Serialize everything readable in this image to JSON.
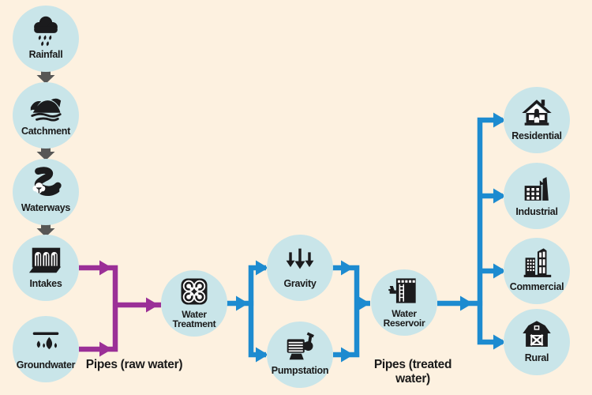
{
  "colors": {
    "background": "#fdf1e0",
    "circle_fill": "#c9e5e9",
    "icon": "#1b1b1d",
    "pipe_raw": "#9b3097",
    "pipe_treated": "#1d8bd0",
    "flow_arrow": "#575756",
    "text": "#1a1a1a"
  },
  "pipes": {
    "raw_label": "Pipes (raw water)",
    "treated_label": "Pipes (treated water)"
  },
  "nodes": {
    "rainfall": {
      "label": "Rainfall",
      "icon": "rain-cloud-icon"
    },
    "catchment": {
      "label": "Catchment",
      "icon": "hills-icon"
    },
    "waterways": {
      "label": "Waterways",
      "icon": "river-icon"
    },
    "intakes": {
      "label": "Intakes",
      "icon": "dam-intake-icon"
    },
    "groundwater": {
      "label": "Groundwater",
      "icon": "water-drops-icon"
    },
    "water_treatment": {
      "label": "Water Treatment",
      "icon": "treatment-plant-icon"
    },
    "gravity": {
      "label": "Gravity",
      "icon": "down-arrows-icon"
    },
    "pumpstation": {
      "label": "Pumpstation",
      "icon": "pump-icon"
    },
    "water_reservoir": {
      "label": "Water Reservoir",
      "icon": "reservoir-tank-icon"
    },
    "residential": {
      "label": "Residential",
      "icon": "house-icon"
    },
    "industrial": {
      "label": "Industrial",
      "icon": "factory-icon"
    },
    "commercial": {
      "label": "Commercial",
      "icon": "office-buildings-icon"
    },
    "rural": {
      "label": "Rural",
      "icon": "barn-icon"
    }
  },
  "connections": [
    {
      "from": "rainfall",
      "to": "catchment",
      "type": "flow"
    },
    {
      "from": "catchment",
      "to": "waterways",
      "type": "flow"
    },
    {
      "from": "waterways",
      "to": "intakes",
      "type": "flow"
    },
    {
      "from": "intakes",
      "to": "water_treatment",
      "type": "raw"
    },
    {
      "from": "groundwater",
      "to": "water_treatment",
      "type": "raw"
    },
    {
      "from": "water_treatment",
      "to": "gravity",
      "type": "treated"
    },
    {
      "from": "water_treatment",
      "to": "pumpstation",
      "type": "treated"
    },
    {
      "from": "gravity",
      "to": "water_reservoir",
      "type": "treated"
    },
    {
      "from": "pumpstation",
      "to": "water_reservoir",
      "type": "treated"
    },
    {
      "from": "water_reservoir",
      "to": "residential",
      "type": "treated"
    },
    {
      "from": "water_reservoir",
      "to": "industrial",
      "type": "treated"
    },
    {
      "from": "water_reservoir",
      "to": "commercial",
      "type": "treated"
    },
    {
      "from": "water_reservoir",
      "to": "rural",
      "type": "treated"
    }
  ]
}
